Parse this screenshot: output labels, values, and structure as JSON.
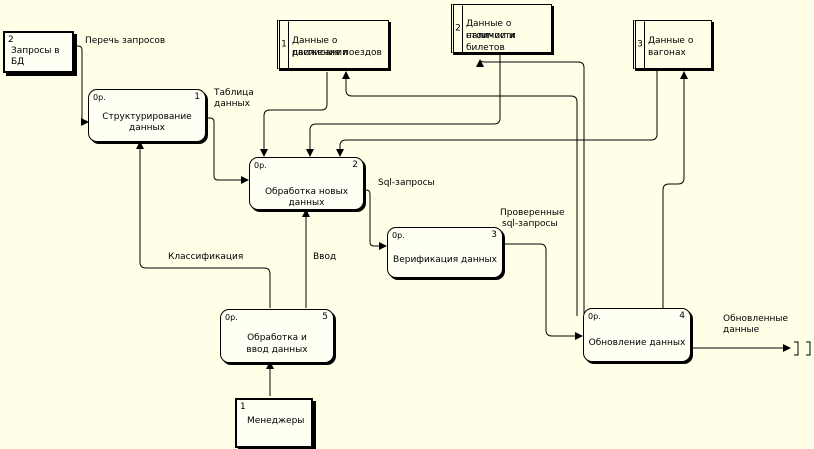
{
  "externals": [
    {
      "id": "ext-requests",
      "num": "2",
      "text": "Запросы в БД"
    },
    {
      "id": "ext-managers",
      "num": "1",
      "text": "Менеджеры"
    }
  ],
  "stores": [
    {
      "id": "store-schedule",
      "num": "1",
      "line1": "Данные о расписании",
      "line2": "движения поездов"
    },
    {
      "id": "store-tickets",
      "num": "2",
      "line1": "Данные о наличии и",
      "line2": "стоимости билетов"
    },
    {
      "id": "store-wagons",
      "num": "3",
      "line1": "Данные о",
      "line2": "вагонах"
    }
  ],
  "processes": [
    {
      "id": "proc-structuring",
      "cost": "0р.",
      "num": "1",
      "line1": "Структурирование",
      "line2": "данных"
    },
    {
      "id": "proc-new-data",
      "cost": "0р.",
      "num": "2",
      "line1": "Обработка новых данных",
      "line2": ""
    },
    {
      "id": "proc-verify",
      "cost": "0р.",
      "num": "3",
      "line1": "Верификация данных",
      "line2": ""
    },
    {
      "id": "proc-update",
      "cost": "0р.",
      "num": "4",
      "line1": "Обновление данных",
      "line2": ""
    },
    {
      "id": "proc-input",
      "cost": "0р.",
      "num": "5",
      "line1": "Обработка и",
      "line2": "ввод данных"
    }
  ],
  "labels": {
    "list_requests": "Перечь запросов",
    "data_table_1": "Таблица",
    "data_table_2": "данных",
    "sql_requests": "Sql-запросы",
    "checked_1": "Проверенные",
    "checked_2": "sql-запросы",
    "classification": "Классификация",
    "input": "Ввод",
    "updated_1": "Обновленные",
    "updated_2": "данные"
  },
  "colors": {
    "background": "#FFFFE8",
    "box": "#FFFFF4",
    "line": "#000000"
  }
}
